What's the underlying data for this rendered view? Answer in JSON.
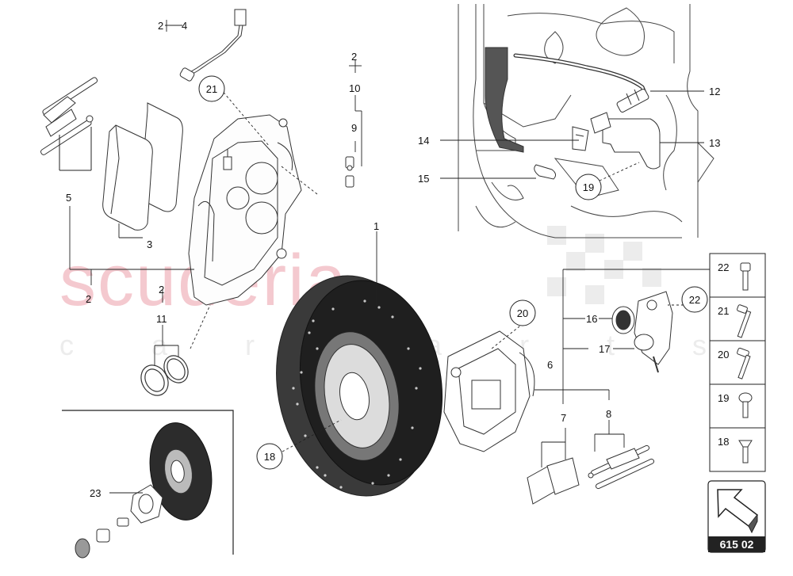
{
  "watermark": {
    "brand": "scuderia",
    "sub": "c a r p a r t s"
  },
  "page_code": "615 02",
  "callouts": {
    "c1": "1",
    "c2a": "2",
    "c2b": "2",
    "c2c": "2",
    "c2d": "2",
    "c3": "3",
    "c4": "4",
    "c5": "5",
    "c6": "6",
    "c7": "7",
    "c8": "8",
    "c9": "9",
    "c10": "10",
    "c11": "11",
    "c12": "12",
    "c13": "13",
    "c14": "14",
    "c15": "15",
    "c16": "16",
    "c17": "17",
    "c18": "18",
    "c19": "19",
    "c20": "20",
    "c21": "21",
    "c22": "22",
    "c23": "23"
  },
  "legend": [
    {
      "num": "22",
      "icon": "bolt-icon"
    },
    {
      "num": "21",
      "icon": "long-bolt-icon"
    },
    {
      "num": "20",
      "icon": "flanged-bolt-icon"
    },
    {
      "num": "19",
      "icon": "screw-icon"
    },
    {
      "num": "18",
      "icon": "countersunk-screw-icon"
    }
  ],
  "nav_icon": "arrow-up-left-icon"
}
